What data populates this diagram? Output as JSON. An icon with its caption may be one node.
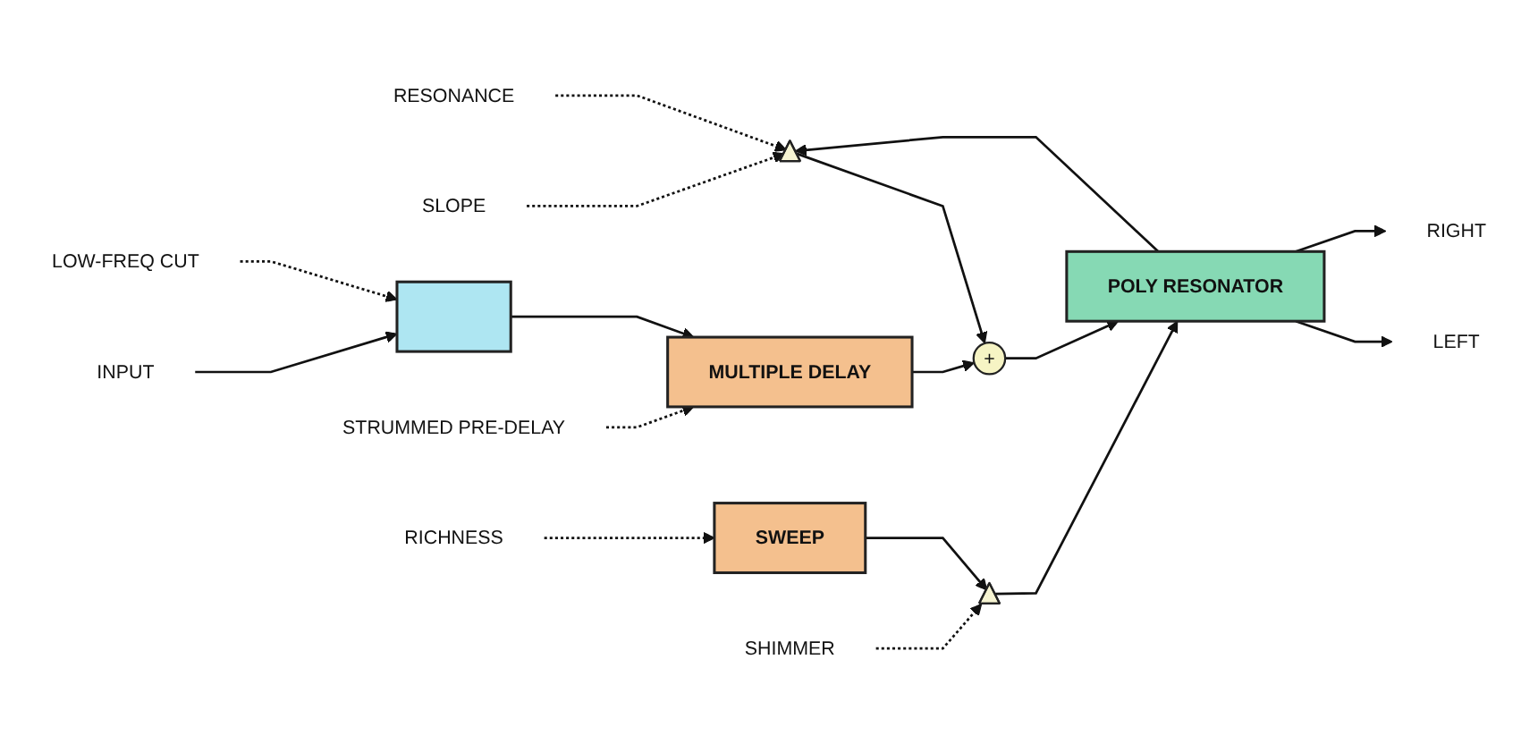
{
  "diagram": {
    "nodes": [
      {
        "text": [
          "RESONANCE"
        ]
      },
      {
        "text": [
          "SLOPE"
        ]
      },
      {
        "text": [],
        "shape": "triangle"
      },
      {
        "text": [
          "INPUT"
        ]
      },
      {
        "text": [],
        "shape": "box"
      },
      {
        "text": [
          "MULTIPLE DELAY"
        ]
      },
      {
        "text": [
          "+"
        ]
      },
      {
        "text": [
          "POLY RESONATOR"
        ]
      },
      {
        "text": [
          "LEFT"
        ]
      },
      {
        "text": [
          "RIGHT"
        ]
      },
      {
        "text": [
          "LOW-FREQ CUT"
        ]
      },
      {
        "text": [
          "STRUMMED PRE-DELAY"
        ]
      },
      {
        "text": [
          "SWEEP"
        ]
      },
      {
        "text": [],
        "shape": "triangle"
      },
      {
        "text": [
          "SHIMMER"
        ]
      },
      {
        "text": [
          "RICHNESS"
        ]
      }
    ],
    "edges": [
      {
        "from": 3,
        "to": 4,
        "arrow": "to"
      },
      {
        "from": 4,
        "to": 5,
        "arrow": "to"
      },
      {
        "from": 5,
        "to": 6,
        "arrow": "to"
      },
      {
        "from": 6,
        "to": 7,
        "arrow": "to"
      },
      {
        "from": 7,
        "to": 8,
        "arrow": "to"
      },
      {
        "from": 7,
        "to": 9,
        "arrow": "to"
      },
      {
        "from": 7,
        "to": 2,
        "arrow": "to"
      },
      {
        "from": 2,
        "to": 6,
        "arrow": "to"
      },
      {
        "from": 0,
        "to": 2,
        "arrow": "to",
        "style": "dashed"
      },
      {
        "from": 1,
        "to": 2,
        "arrow": "to",
        "style": "dashed"
      },
      {
        "from": 10,
        "to": 4,
        "arrow": "to",
        "style": "dashed"
      },
      {
        "from": 11,
        "to": 5,
        "arrow": "to",
        "style": "dashed"
      },
      {
        "from": 12,
        "to": 13,
        "arrow": "to"
      },
      {
        "from": 13,
        "to": 7,
        "arrow": "to"
      },
      {
        "from": 14,
        "to": 13,
        "arrow": "to",
        "style": "dashed"
      },
      {
        "from": 15,
        "to": 12,
        "arrow": "to",
        "style": "dashed"
      }
    ]
  }
}
